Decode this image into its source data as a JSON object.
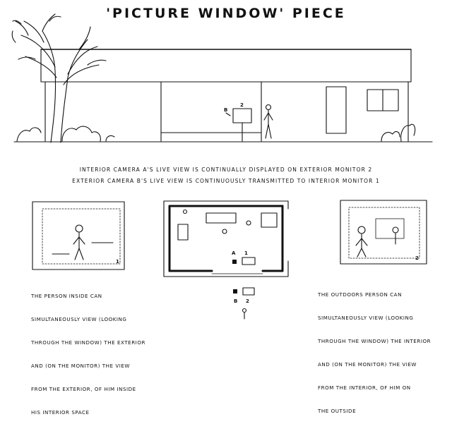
{
  "title": "'PICTURE WINDOW' PIECE",
  "captions": {
    "line1": "INTERIOR CAMERA A'S LIVE VIEW IS CONTINUALLY DISPLAYED ON EXTERIOR MONITOR 2",
    "line2": "EXTERIOR CAMERA B'S LIVE VIEW IS CONTINUOUSLY TRANSMITTED TO INTERIOR MONITOR 1"
  },
  "house_sign": {
    "camera_label": "B",
    "monitor_label": "2"
  },
  "left_panel": {
    "monitor_number": "1",
    "text": [
      "THE PERSON INSIDE CAN",
      "SIMULTANEOUSLY VIEW (LOOKING",
      "THROUGH THE WINDOW) THE EXTERIOR",
      "AND (ON THE MONITOR) THE VIEW",
      "FROM THE EXTERIOR, OF HIM INSIDE",
      "HIS INTERIOR SPACE"
    ]
  },
  "center_panel": {
    "label_a": "A",
    "label_1": "1",
    "label_b": "B",
    "label_2": "2"
  },
  "right_panel": {
    "monitor_number": "2",
    "text": [
      "THE OUTDOORS PERSON CAN",
      "SIMULTANEOUSLY VIEW (LOOKING",
      "THROUGH THE WINDOW) THE INTERIOR",
      "AND (ON THE MONITOR) THE VIEW",
      "FROM THE INTERIOR, OF HIM ON",
      "THE OUTSIDE"
    ]
  }
}
